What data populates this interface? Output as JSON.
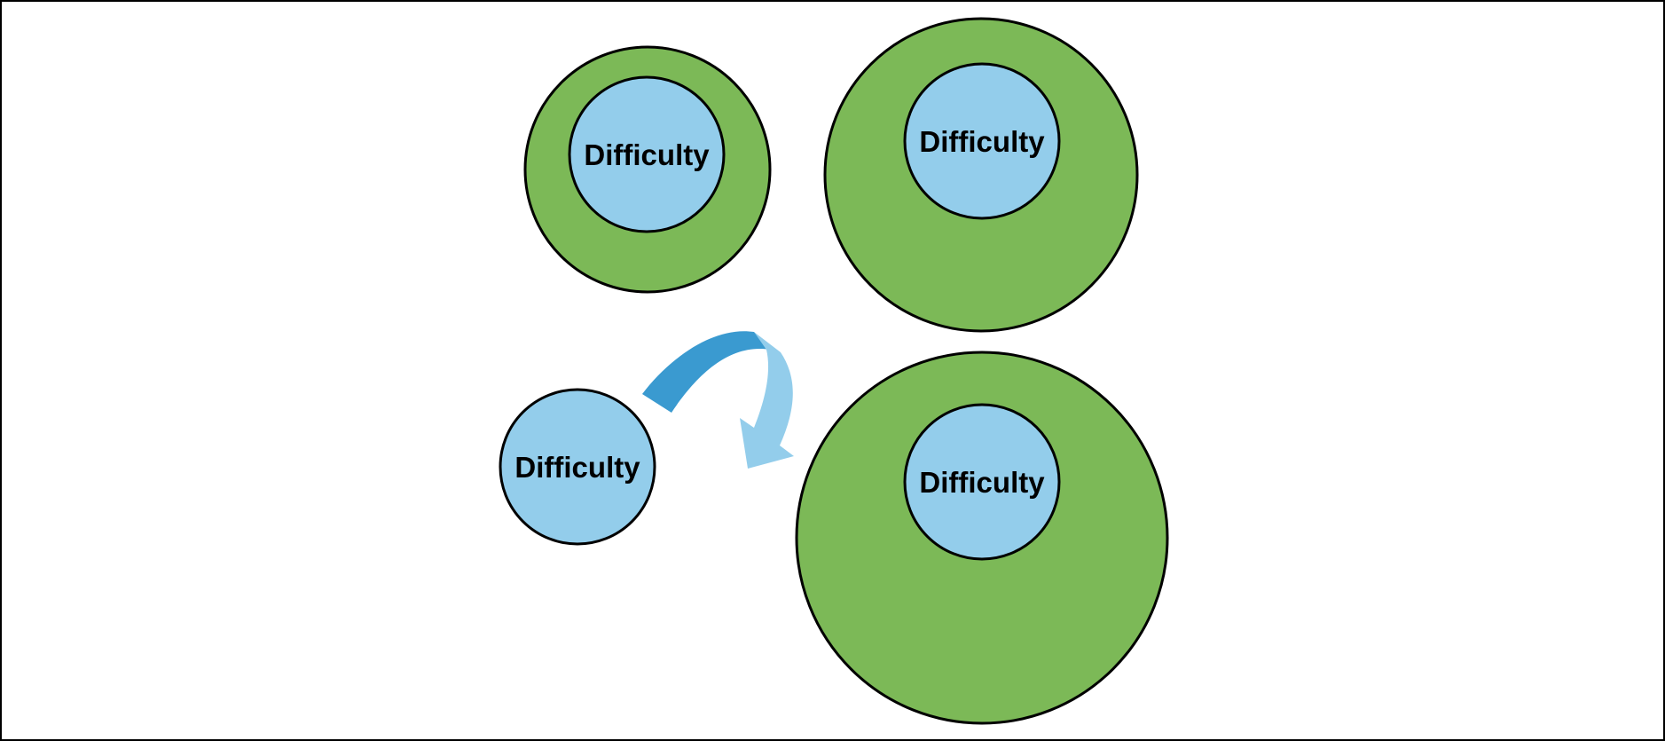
{
  "colors": {
    "outer_fill": "#7cb957",
    "inner_fill": "#93cdeb",
    "stroke": "#000000",
    "arrow_dark": "#3a9ad0",
    "arrow_light": "#93cdeb"
  },
  "groups": [
    {
      "label": "Difficulty",
      "has_outer": true
    },
    {
      "label": "Difficulty",
      "has_outer": true
    },
    {
      "label": "Difficulty",
      "has_outer": false
    },
    {
      "label": "Difficulty",
      "has_outer": true
    }
  ],
  "arrow": {
    "icon": "curved-arrow-icon"
  }
}
